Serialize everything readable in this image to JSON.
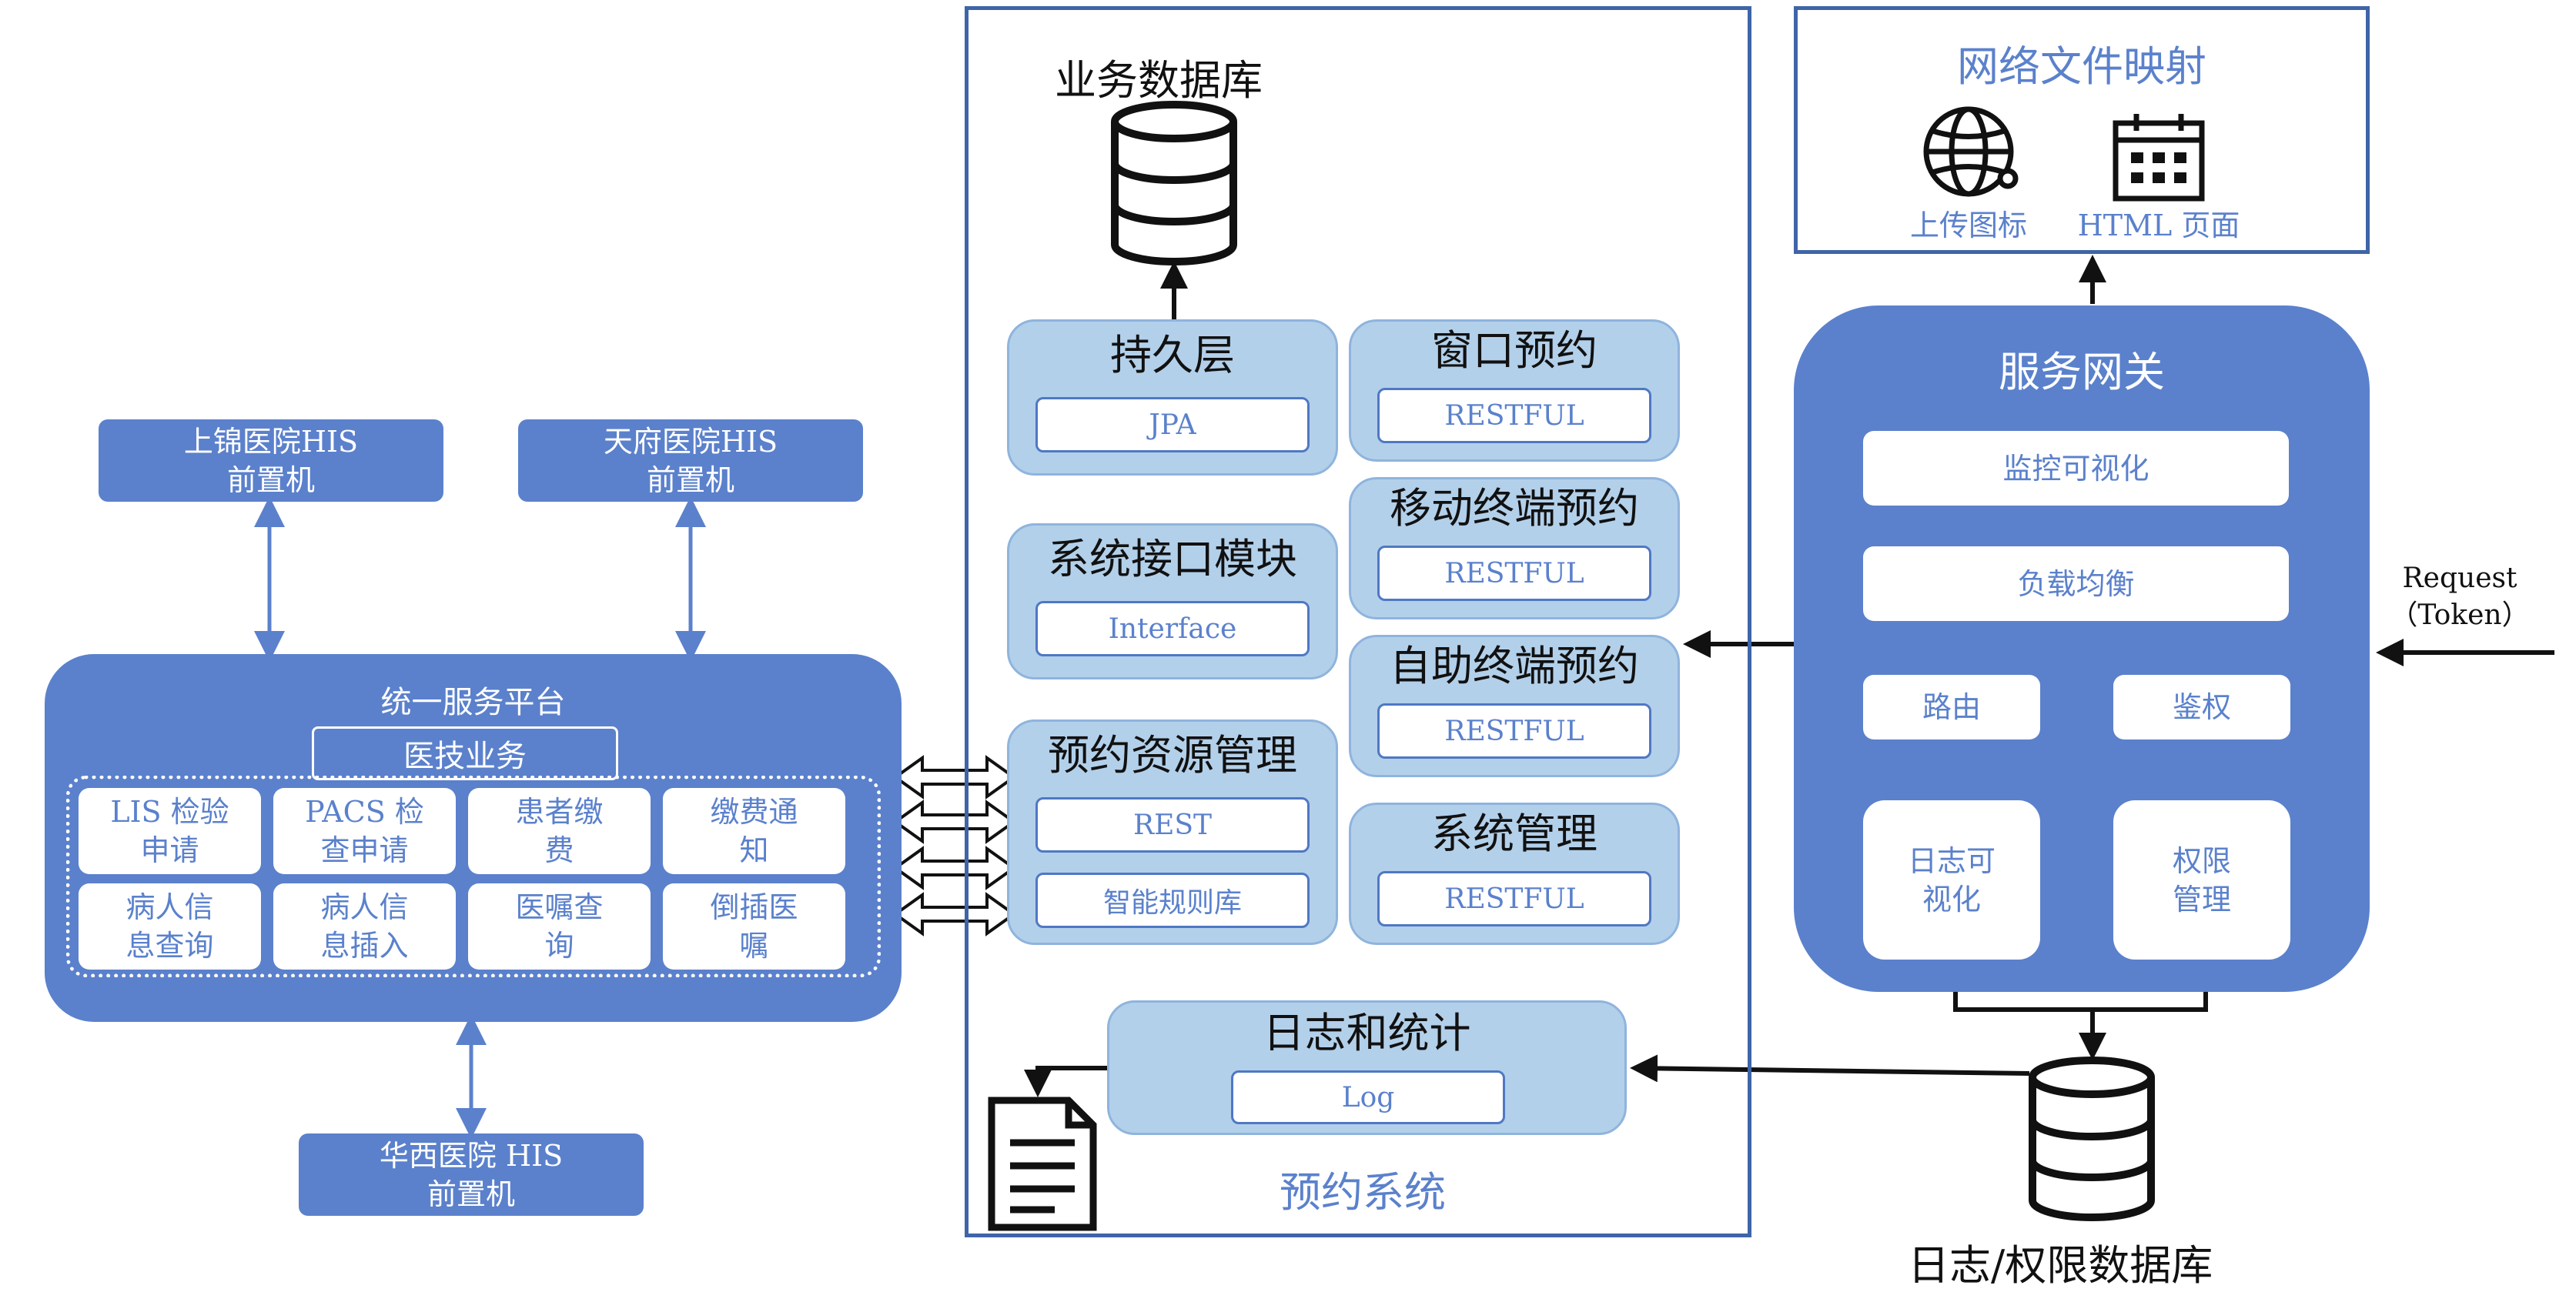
{
  "left": {
    "top_nodes": [
      "上锦医院HIS\n前置机",
      "天府医院HIS\n前置机"
    ],
    "bottom_node": "华西医院 HIS\n前置机",
    "platform": {
      "title": "统一服务平台",
      "subtitle": "医技业务",
      "cells": [
        "LIS 检验\n申请",
        "PACS 检\n查申请",
        "患者缴\n费",
        "缴费通\n知",
        "病人信\n息查询",
        "病人信\n息插入",
        "医嘱查\n询",
        "倒插医\n嘱"
      ]
    }
  },
  "booking": {
    "caption": "预约系统",
    "database_label": "业务数据库",
    "modules": [
      {
        "title": "持久层",
        "items": [
          "JPA"
        ]
      },
      {
        "title": "系统接口模块",
        "items": [
          "Interface"
        ]
      },
      {
        "title": "预约资源管理",
        "items": [
          "REST",
          "智能规则库"
        ]
      },
      {
        "title": "窗口预约",
        "items": [
          "RESTFUL"
        ]
      },
      {
        "title": "移动终端预约",
        "items": [
          "RESTFUL"
        ]
      },
      {
        "title": "自助终端预约",
        "items": [
          "RESTFUL"
        ]
      },
      {
        "title": "系统管理",
        "items": [
          "RESTFUL"
        ]
      },
      {
        "title": "日志和统计",
        "items": [
          "Log"
        ]
      }
    ]
  },
  "file_mapping": {
    "title": "网络文件映射",
    "items": [
      {
        "label": "上传图标",
        "icon": "globe-icon"
      },
      {
        "label": "HTML 页面",
        "icon": "calendar-icon"
      }
    ]
  },
  "gateway": {
    "title": "服务网关",
    "items": [
      "监控可视化",
      "负载均衡",
      "路由",
      "鉴权",
      "日志可\n视化",
      "权限\n管理"
    ]
  },
  "request_label": "Request\n（Token）",
  "log_db_label": "日志/权限数据库",
  "colors": {
    "dark_blue": "#5b81cc",
    "light_blue": "#b3d0ea",
    "frame_blue": "#3f65a8"
  }
}
